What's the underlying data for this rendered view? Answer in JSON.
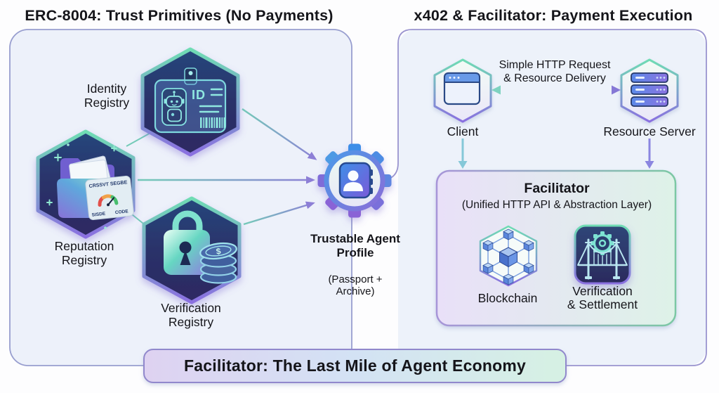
{
  "left_section": {
    "title": "ERC-8004: Trust Primitives (No Payments)",
    "identity_label": "Identity\nRegistry",
    "reputation_label": "Reputation\nRegistry",
    "verification_label": "Verification\nRegistry",
    "id_card_text": "ID",
    "reputation_card": {
      "title": "CRSSVT SEGBE",
      "bottom_left": "SISDE",
      "bottom_right": "CODE"
    },
    "coin_symbol": "$",
    "profile_title": "Trustable Agent\nProfile",
    "profile_subtitle": "(Passport +\nArchive)"
  },
  "right_section": {
    "title": "x402 & Facilitator: Payment Execution",
    "client_label": "Client",
    "server_label": "Resource Server",
    "http_arrow_label": "Simple HTTP Request\n& Resource Delivery",
    "facilitator": {
      "title": "Facilitator",
      "subtitle": "(Unified HTTP API & Abstraction Layer)",
      "blockchain_label": "Blockchain",
      "settlement_label": "Verification\n& Settlement"
    }
  },
  "banner": {
    "text": "Facilitator: The Last Mile of Agent Economy"
  },
  "colors": {
    "panel_fill": "#edf1fa",
    "panel_border": "#9a94cf",
    "hex_dark_top": "#27477c",
    "hex_dark_bottom": "#2e2a62",
    "accent_teal": "#6fdcb4",
    "accent_purple": "#8a6fe0",
    "arrow_purple": "#8d7fd6",
    "arrow_teal": "#74cbb8",
    "facilitator_border_green": "#7cc8a4",
    "banner_border": "#9188cc",
    "text": "#15151a"
  }
}
